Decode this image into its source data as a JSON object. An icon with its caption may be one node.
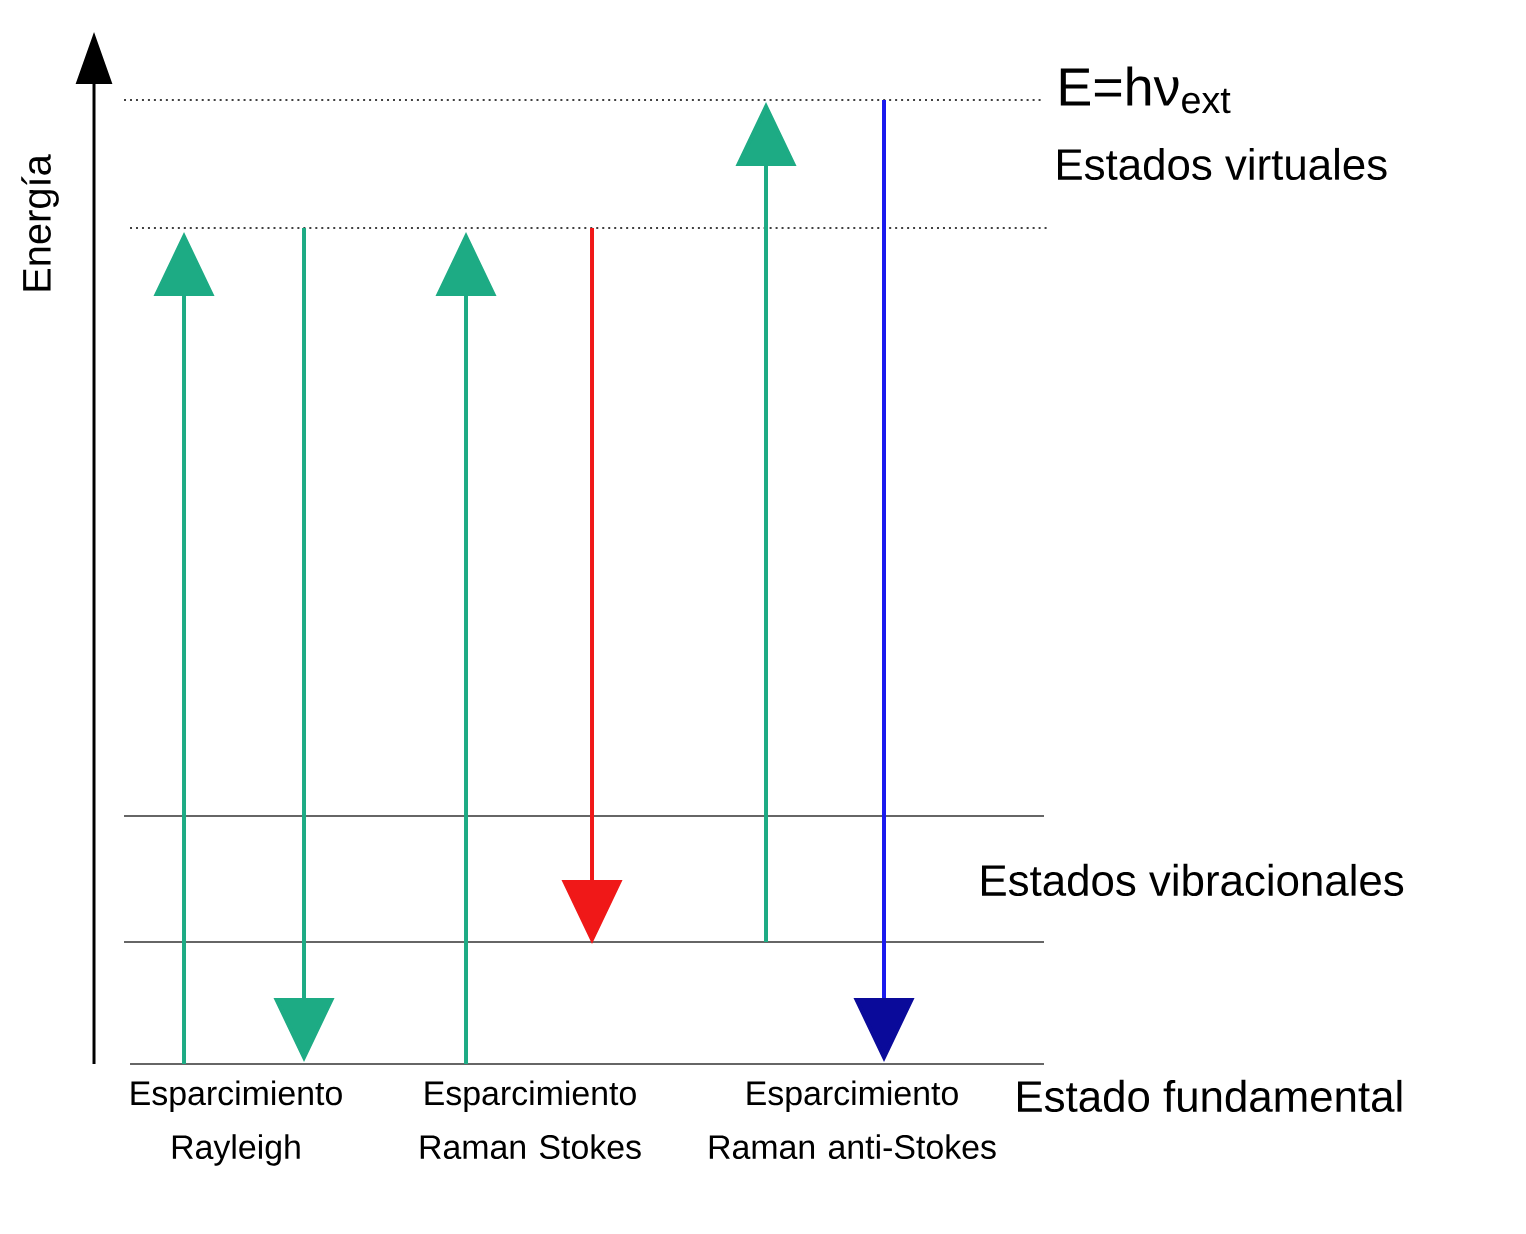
{
  "diagram": {
    "labels": [
      "E=hν$_{ext}$",
      "Estados virtuales",
      "Energía",
      "Estados vibracionales",
      "Esparcimiento Rayleigh",
      "Esparcimiento Raman Stokes",
      "Esparcimiento Raman anti-Stokes",
      "Estado fundamental"
    ]
  }
}
